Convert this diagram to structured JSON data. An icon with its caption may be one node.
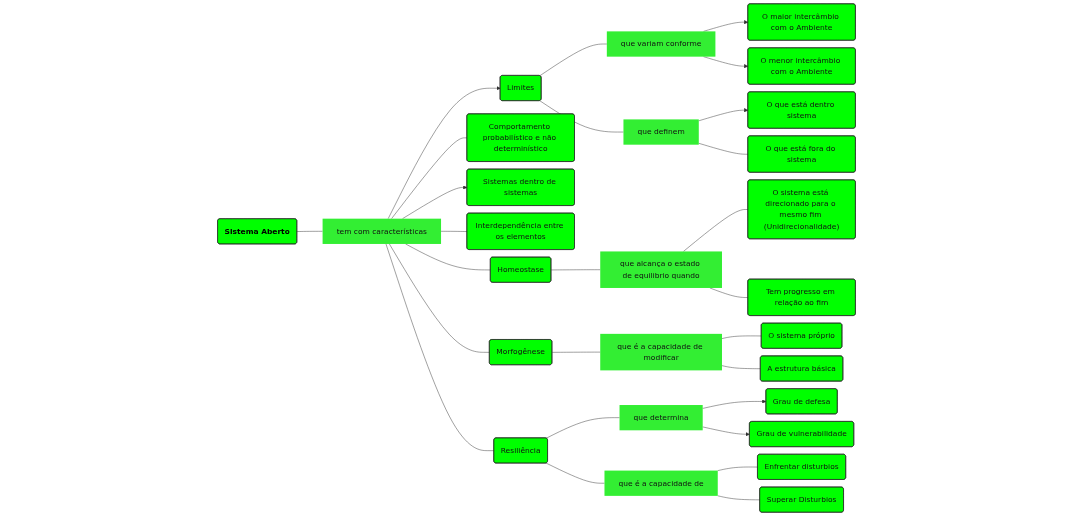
{
  "diagram": {
    "nodes": [
      {
        "text": [
          "Sistema Aberto"
        ]
      },
      {
        "text": [
          "tem com características"
        ]
      },
      {
        "text": [
          "Sistemas dentro de sistemas"
        ]
      },
      {
        "text": [
          "Limites"
        ]
      },
      {
        "text": [
          "que variam conforme"
        ]
      },
      {
        "text": [
          "O maior intercâmbio com o Ambiente"
        ]
      },
      {
        "text": [
          "O menor intercâmbio com o Ambiente"
        ]
      },
      {
        "text": [
          "que definem"
        ]
      },
      {
        "text": [
          "O que está dentro sistema"
        ]
      },
      {
        "text": [
          "O que está fora do sistema"
        ]
      },
      {
        "text": [
          "Comportamento probabilístico e não determinístico"
        ]
      },
      {
        "text": [
          "Interdependência entre os elementos"
        ]
      },
      {
        "text": [
          "Homeostase"
        ]
      },
      {
        "text": [
          "Resiliência"
        ]
      },
      {
        "text": [
          "que determina"
        ]
      },
      {
        "text": [
          "Grau de defesa"
        ]
      },
      {
        "text": [
          "Grau de vulnerabilidade"
        ]
      },
      {
        "text": [
          "que é a capacidade de"
        ]
      },
      {
        "text": [
          "Enfrentar disturbios"
        ]
      },
      {
        "text": [
          "Superar Disturbios"
        ]
      },
      {
        "text": [
          "que alcança o estado de equilibrio quando"
        ]
      },
      {
        "text": [
          "Morfogênese"
        ]
      },
      {
        "text": [
          "que é a capacidade de modificar"
        ]
      },
      {
        "text": [
          "O sistema está direcionado para o mesmo fim (Unidirecionalidade)"
        ]
      },
      {
        "text": [
          "Tem progresso em relação ao fim"
        ]
      },
      {
        "text": [
          "O sistema próprio"
        ]
      },
      {
        "text": [
          "A estrutura básica"
        ]
      }
    ],
    "edges": [
      {
        "from": 0,
        "to": 1,
        "arrow": "none"
      },
      {
        "from": 1,
        "to": 2,
        "arrow": "to"
      },
      {
        "from": 1,
        "to": 3,
        "arrow": "to"
      },
      {
        "from": 1,
        "to": 10,
        "arrow": "none"
      },
      {
        "from": 1,
        "to": 12,
        "arrow": "none"
      },
      {
        "from": 1,
        "to": 21,
        "arrow": "none"
      },
      {
        "from": 1,
        "to": 11,
        "arrow": "none"
      },
      {
        "from": 1,
        "to": 13,
        "arrow": "none"
      },
      {
        "from": 3,
        "to": 4,
        "arrow": "none"
      },
      {
        "from": 4,
        "to": 5,
        "arrow": "to"
      },
      {
        "from": 4,
        "to": 6,
        "arrow": "to"
      },
      {
        "from": 3,
        "to": 7,
        "arrow": "none"
      },
      {
        "from": 7,
        "to": 8,
        "arrow": "to"
      },
      {
        "from": 7,
        "to": 9,
        "arrow": "none"
      },
      {
        "from": 13,
        "to": 14,
        "arrow": "none"
      },
      {
        "from": 14,
        "to": 15,
        "arrow": "to"
      },
      {
        "from": 14,
        "to": 16,
        "arrow": "to"
      },
      {
        "from": 13,
        "to": 17,
        "arrow": "none"
      },
      {
        "from": 17,
        "to": 18,
        "arrow": "none"
      },
      {
        "from": 17,
        "to": 19,
        "arrow": "none"
      },
      {
        "from": 12,
        "to": 20,
        "arrow": "none"
      },
      {
        "from": 20,
        "to": 23,
        "arrow": "none"
      },
      {
        "from": 20,
        "to": 24,
        "arrow": "none"
      },
      {
        "from": 21,
        "to": 22,
        "arrow": "none"
      },
      {
        "from": 22,
        "to": 25,
        "arrow": "none"
      },
      {
        "from": 22,
        "to": 26,
        "arrow": "none"
      }
    ]
  }
}
